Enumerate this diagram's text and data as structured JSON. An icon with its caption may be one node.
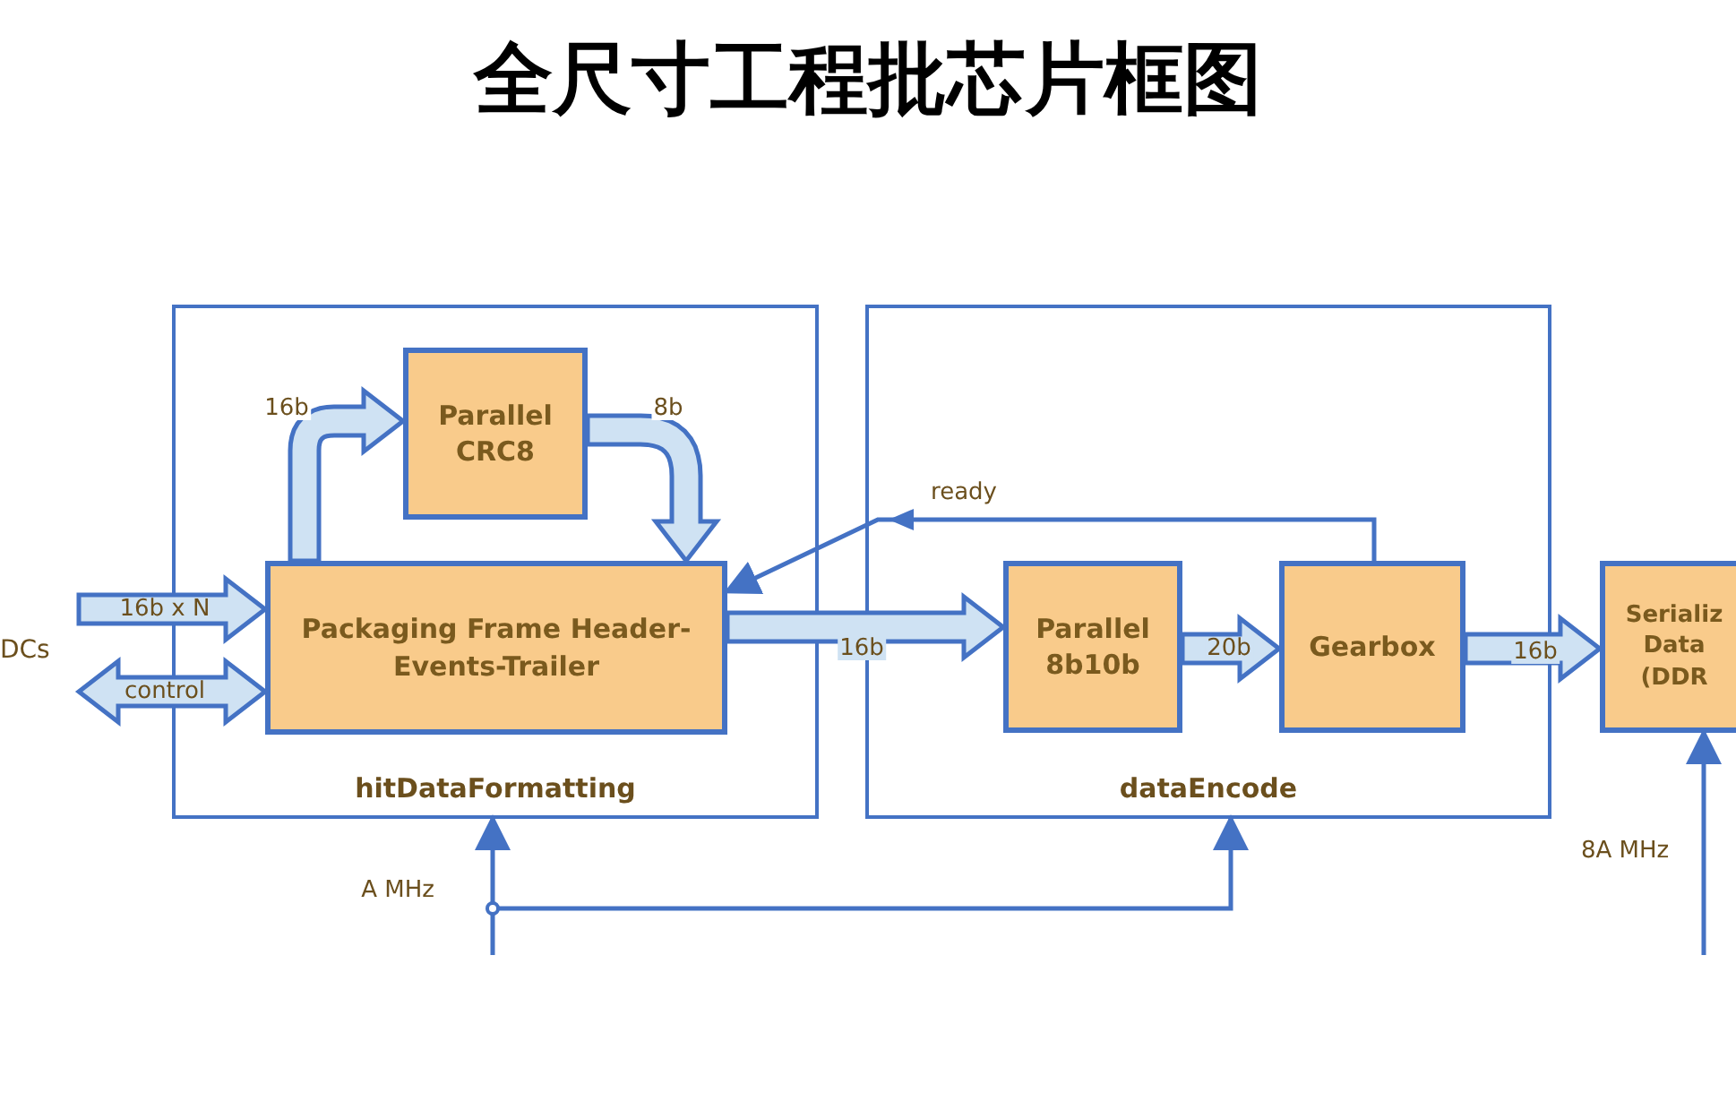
{
  "diagram": {
    "title": "全尺寸工程批芯片框图",
    "nodes": [
      {
        "text": [
          "hitDataFormatting"
        ]
      },
      {
        "text": [
          "Parallel CRC8"
        ],
        "in": 0
      },
      {
        "text": [
          "Packaging Frame Header-Events-Trailer"
        ],
        "in": 0
      },
      {
        "text": [
          "dataEncode"
        ]
      },
      {
        "text": [
          "Parallel 8b10b"
        ],
        "in": 3
      },
      {
        "text": [
          "Gearbox"
        ],
        "in": 3
      },
      {
        "text": [
          "Serializ Data (DDR"
        ]
      },
      {
        "text": [
          "DCs"
        ]
      }
    ],
    "edges": [
      {
        "from": 2,
        "to": 1,
        "arrow": "to",
        "label": "16b",
        "style": "thick"
      },
      {
        "from": 1,
        "to": 2,
        "arrow": "to",
        "label": "8b",
        "style": "thick"
      },
      {
        "from": 7,
        "to": 2,
        "arrow": "to",
        "label": "16b x N",
        "style": "thick"
      },
      {
        "from": 7,
        "to": 2,
        "arrow": "both",
        "label": "control",
        "style": "thick"
      },
      {
        "from": 2,
        "to": 4,
        "arrow": "to",
        "label": "16b",
        "style": "thick"
      },
      {
        "from": 4,
        "to": 5,
        "arrow": "to",
        "label": "20b",
        "style": "thick"
      },
      {
        "from": 5,
        "to": 6,
        "arrow": "to",
        "label": "16b",
        "style": "thick"
      },
      {
        "from": 5,
        "to": 2,
        "arrow": "to",
        "label": "ready"
      },
      {
        "from": null,
        "to": 0,
        "arrow": "to"
      },
      {
        "from": null,
        "to": 3,
        "arrow": "to"
      },
      {
        "from": null,
        "to": 6,
        "arrow": "to"
      }
    ],
    "labels": [
      "A MHz",
      "8A MHz"
    ]
  }
}
